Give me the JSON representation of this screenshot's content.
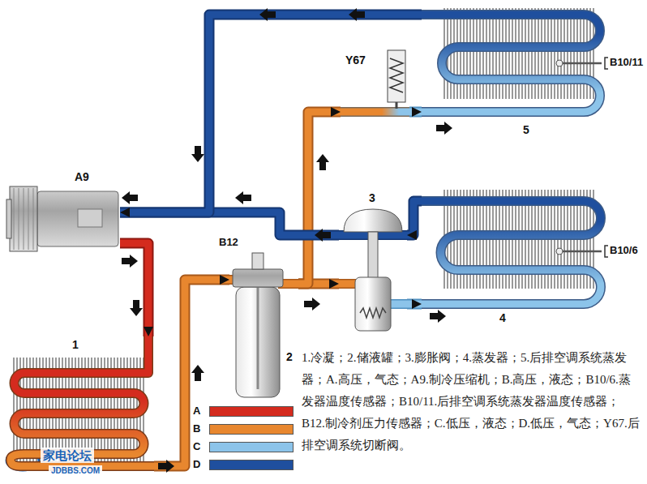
{
  "diagram": {
    "caption": "1.冷凝；2.储液罐；3.膨胀阀；4.蒸发器；5.后排空调系统蒸发器；A.高压，气态；A9.制冷压缩机；B.高压，液态；B10/6.蒸发器温度传感器；B10/11.后排空调系统蒸发器温度传感器；B12.制冷剂压力传感器；C.低压，液态；D.低压，气态；Y67.后排空调系统切断阀。",
    "nodes": [
      {
        "text": [
          "A9"
        ]
      },
      {
        "text": [
          "1"
        ]
      },
      {
        "text": [
          "2"
        ]
      },
      {
        "text": [
          "3"
        ]
      },
      {
        "text": [
          "4"
        ]
      },
      {
        "text": [
          "5"
        ]
      },
      {
        "text": [
          "Y67"
        ]
      }
    ],
    "edges": [
      {
        "from": 0,
        "to": 1,
        "arrow": "to"
      },
      {
        "from": 1,
        "to": 2,
        "arrow": "to"
      },
      {
        "from": 2,
        "to": 3,
        "arrow": "to"
      },
      {
        "from": 2,
        "to": 6,
        "arrow": "to"
      },
      {
        "from": 3,
        "to": 4,
        "arrow": "to"
      },
      {
        "from": 6,
        "to": 5,
        "arrow": "to"
      },
      {
        "from": 4,
        "to": 3,
        "arrow": "to"
      },
      {
        "from": 3,
        "to": 0,
        "arrow": "to"
      },
      {
        "from": 5,
        "to": 0,
        "arrow": "to"
      }
    ],
    "labels": [
      "B12",
      "B10/6",
      "B10/11",
      "家电论坛",
      "JDBBS.COM"
    ],
    "legend": [
      {
        "text": "A",
        "color": "#d42b1e"
      },
      {
        "text": "B",
        "color": "#e8872f"
      },
      {
        "text": "C",
        "color": "#8cc4ea"
      },
      {
        "text": "D",
        "color": "#1f4f9e"
      }
    ]
  }
}
